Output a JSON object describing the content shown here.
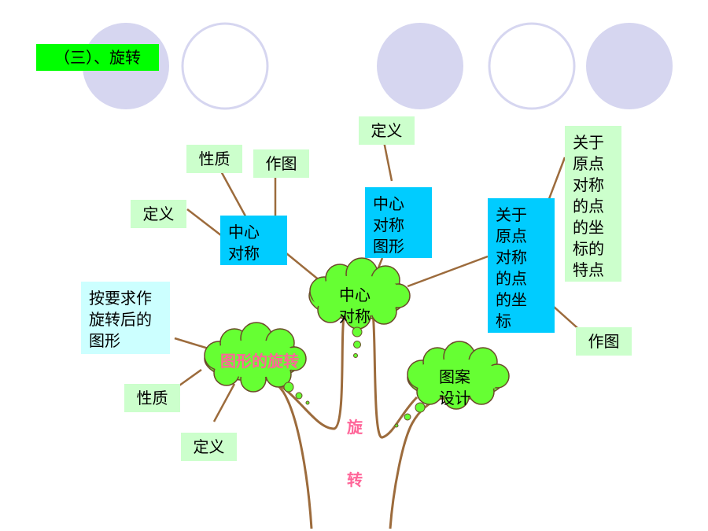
{
  "title": "（三）、旋转",
  "nodes": {
    "xingzhi_top": "性质",
    "zuotu_top": "作图",
    "dingyi_left": "定义",
    "dingyi_top": "定义",
    "sym_left": "中心\n对称",
    "sym_fig": "中心\n对称\n图形",
    "origin_blue": "关于\n原点\n对称\n的点\n的坐\n标",
    "origin_green": "关于\n原点\n对称\n的点\n的坐\n标的\n特点",
    "zuotu_right": "作图",
    "anyaoqiu": "按要求作\n旋转后的\n图形",
    "xingzhi_bottom": "性质",
    "dingyi_bottom": "定义"
  },
  "clouds": {
    "center": "中心\n对称",
    "rotated": "图形的旋转",
    "pattern": "图案\n设计"
  },
  "trunk": {
    "char1": "旋",
    "char2": "转"
  }
}
